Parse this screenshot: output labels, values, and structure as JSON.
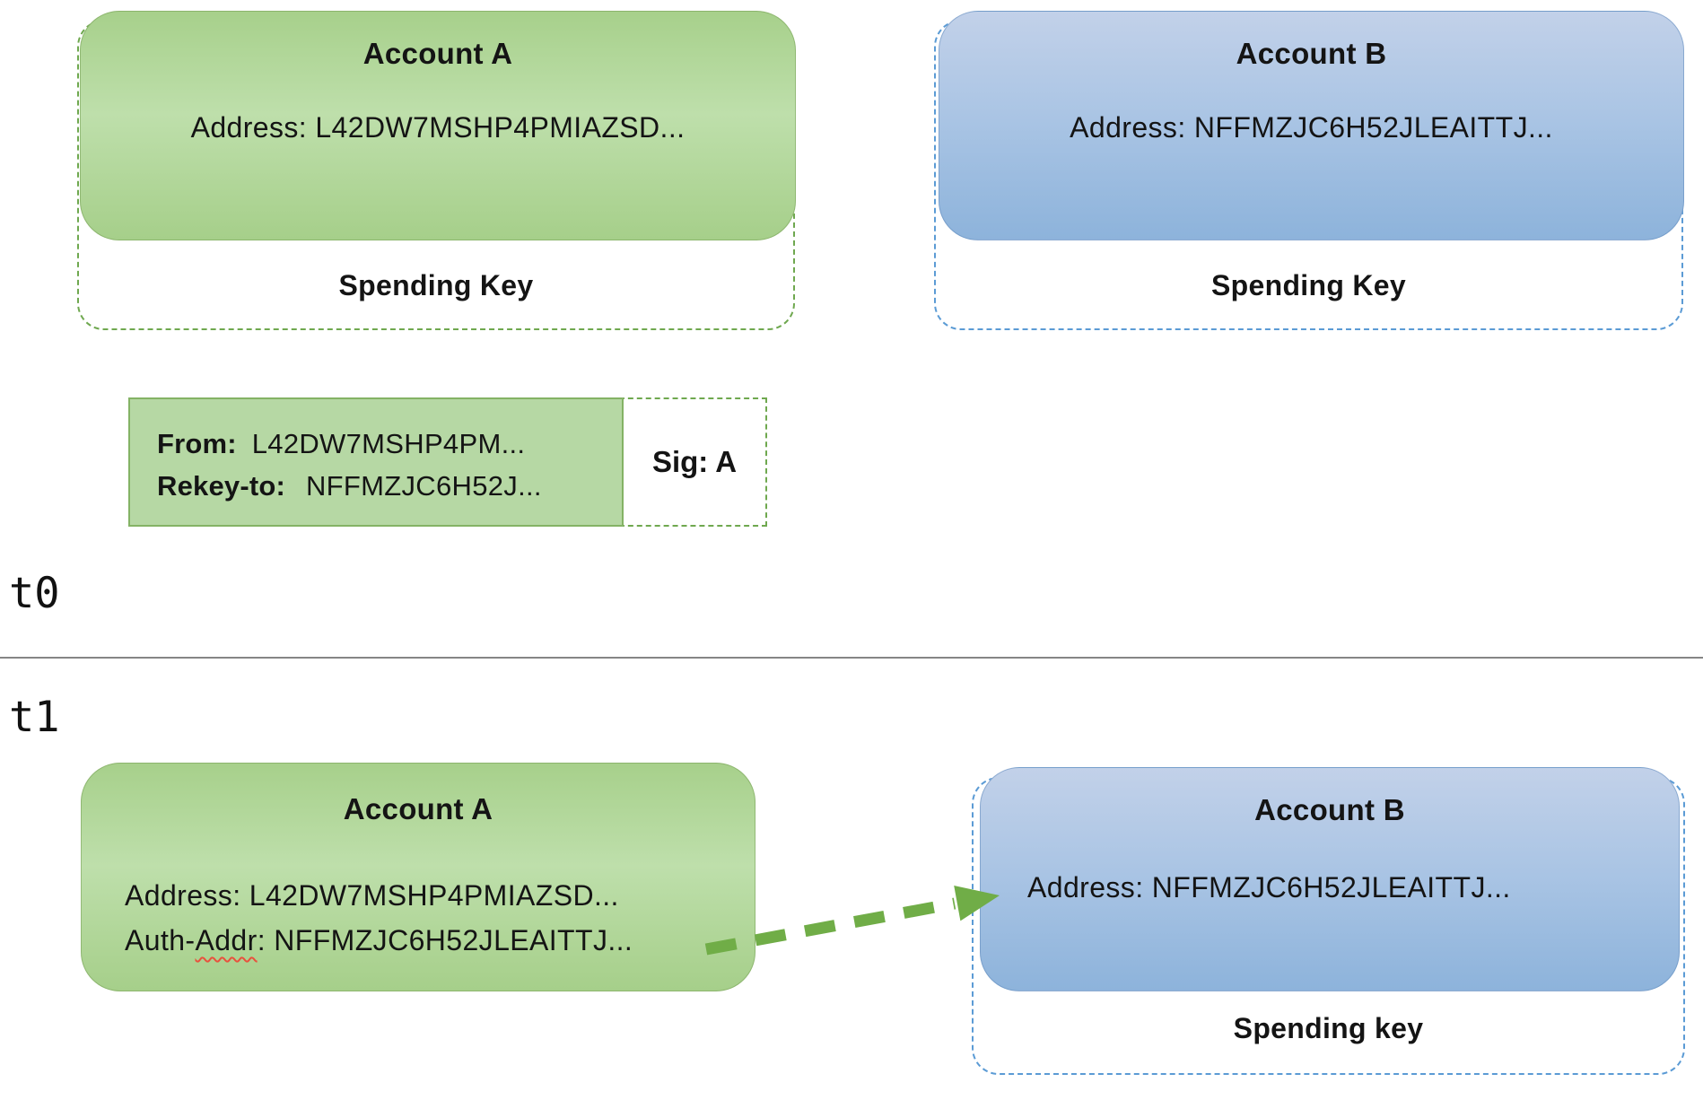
{
  "diagram": {
    "t0": {
      "time_label": "t0",
      "account_a": {
        "title": "Account A",
        "address": "Address: L42DW7MSHP4PMIAZSD...",
        "key_label": "Spending Key"
      },
      "account_b": {
        "title": "Account B",
        "address": "Address: NFFMZJC6H52JLEAITTJ...",
        "key_label": "Spending Key"
      },
      "rekey_transaction": {
        "from_label": "From:",
        "from_value": "L42DW7MSHP4PM...",
        "rekey_label": "Rekey-to:",
        "rekey_value": "NFFMZJC6H52J...",
        "signature": "Sig: A"
      }
    },
    "t1": {
      "time_label": "t1",
      "account_a": {
        "title": "Account A",
        "address": "Address: L42DW7MSHP4PMIAZSD...",
        "auth_addr_prefix": "Auth-",
        "auth_addr_flagged": "Addr",
        "auth_addr_suffix": ": NFFMZJC6H52JLEAITTJ..."
      },
      "account_b": {
        "title": "Account B",
        "address": "Address: NFFMZJC6H52JLEAITTJ...",
        "key_label": "Spending key"
      }
    },
    "colors": {
      "green_fill": "#aed28f",
      "green_dash": "#6fa84f",
      "blue_fill": "#a6c3e3",
      "blue_dash": "#5b9bd5",
      "arrow_green": "#70ad47",
      "divider_gray": "#858585",
      "squiggle_red": "#e8513d"
    }
  }
}
